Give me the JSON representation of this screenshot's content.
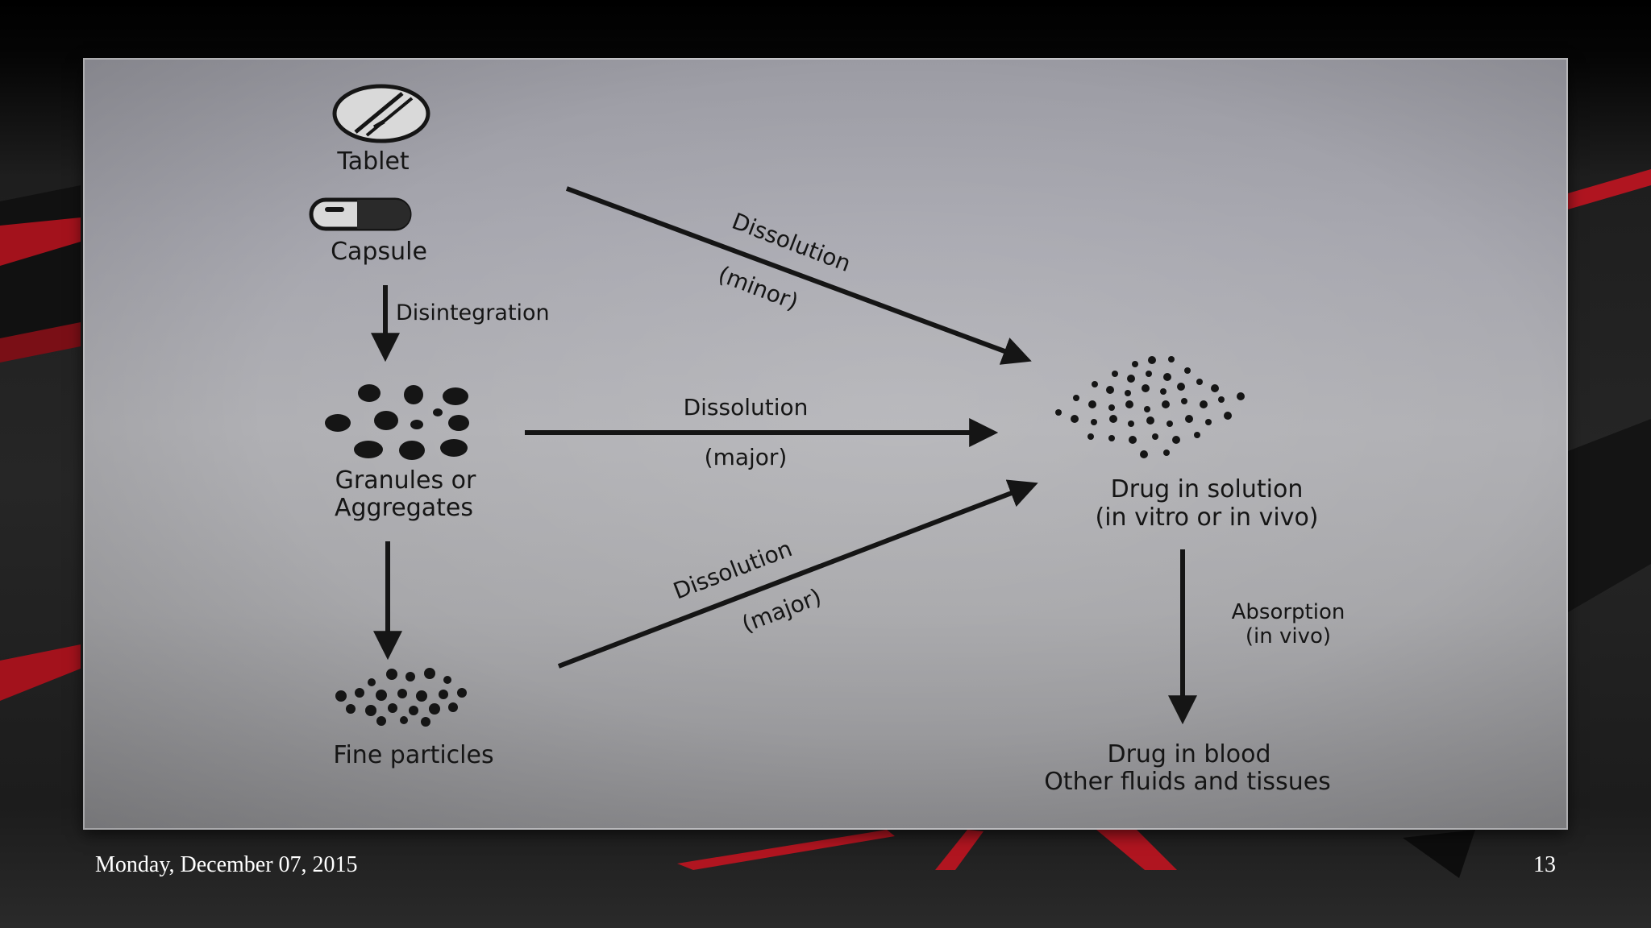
{
  "diagram": {
    "nodes": {
      "tablet": "Tablet",
      "capsule": "Capsule",
      "granules_line1": "Granules or",
      "granules_line2": "Aggregates",
      "fine_particles": "Fine particles",
      "drug_solution_line1": "Drug in solution",
      "drug_solution_line2": "(in vitro or in vivo)",
      "drug_blood_line1": "Drug in blood",
      "drug_blood_line2": "Other fluids and tissues"
    },
    "edges": {
      "disintegration": "Disintegration",
      "dissolution_minor": "Dissolution",
      "dissolution_minor_note": "(minor)",
      "dissolution_major_1": "Dissolution",
      "dissolution_major_1_note": "(major)",
      "dissolution_major_2": "Dissolution",
      "dissolution_major_2_note": "(major)",
      "absorption_line1": "Absorption",
      "absorption_line2": "(in vivo)"
    }
  },
  "footer": {
    "date": "Monday, December 07, 2015",
    "page": "13"
  },
  "colors": {
    "ink": "#151515",
    "accent": "#c0202a",
    "footer_text": "#ffffff"
  }
}
